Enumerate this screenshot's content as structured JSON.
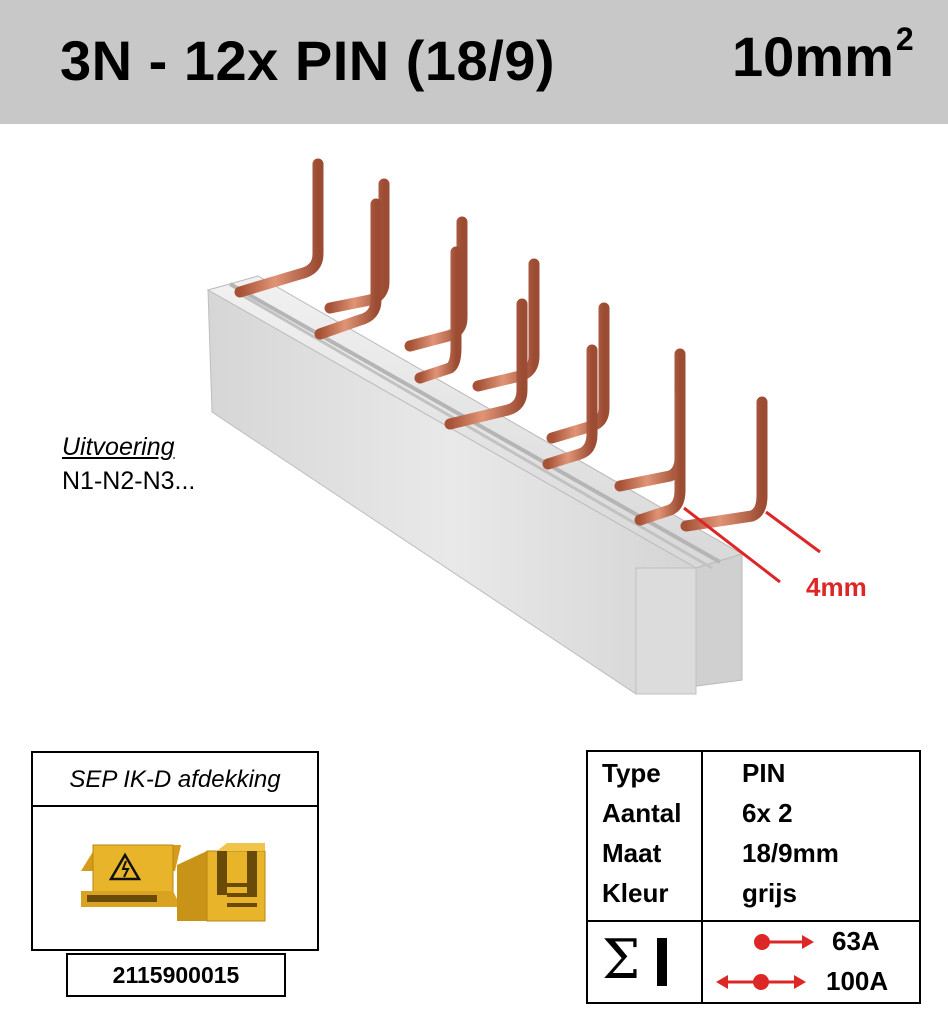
{
  "header": {
    "title": "3N - 12x PIN (18/9)",
    "size": "10mm",
    "size_sup": "2"
  },
  "uitvoering": {
    "title": "Uitvoering",
    "value": "N1-N2-N3..."
  },
  "dimension": {
    "label": "4mm"
  },
  "cover": {
    "title": "SEP IK-D afdekking",
    "code": "2115900015"
  },
  "spec": {
    "rows": [
      {
        "label": "Type",
        "value": "PIN"
      },
      {
        "label": "Aantal",
        "value": "6x 2"
      },
      {
        "label": "Maat",
        "value": "18/9mm"
      },
      {
        "label": "Kleur",
        "value": "grijs"
      }
    ],
    "current": [
      {
        "value": "63A"
      },
      {
        "value": "100A"
      }
    ]
  },
  "colors": {
    "header_bg": "#c8c8c8",
    "copper": "#c8735a",
    "housing": "#e2e2e2",
    "accent_red": "#dd2727",
    "cover_yellow": "#e8b52a"
  }
}
